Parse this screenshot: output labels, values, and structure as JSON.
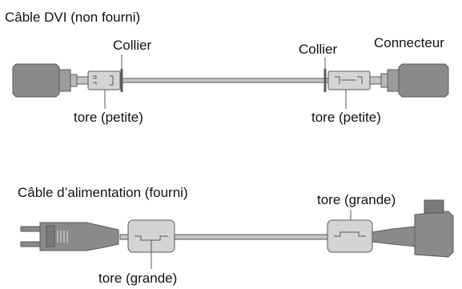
{
  "dvi": {
    "title": "Câble DVI (non fourni)",
    "collier_left": "Collier",
    "collier_right": "Collier",
    "connecteur": "Connecteur",
    "tore_left": "tore (petite)",
    "tore_right": "tore (petite)"
  },
  "power": {
    "title": "Câble d’alimentation (fourni)",
    "tore_top": "tore (grande)",
    "tore_bottom": "tore (grande)"
  },
  "colors": {
    "cable": "#c4c4c4",
    "connector": "#8a8a8a",
    "outline": "#5a5a5a",
    "ferrite": "#d4d4d4"
  }
}
